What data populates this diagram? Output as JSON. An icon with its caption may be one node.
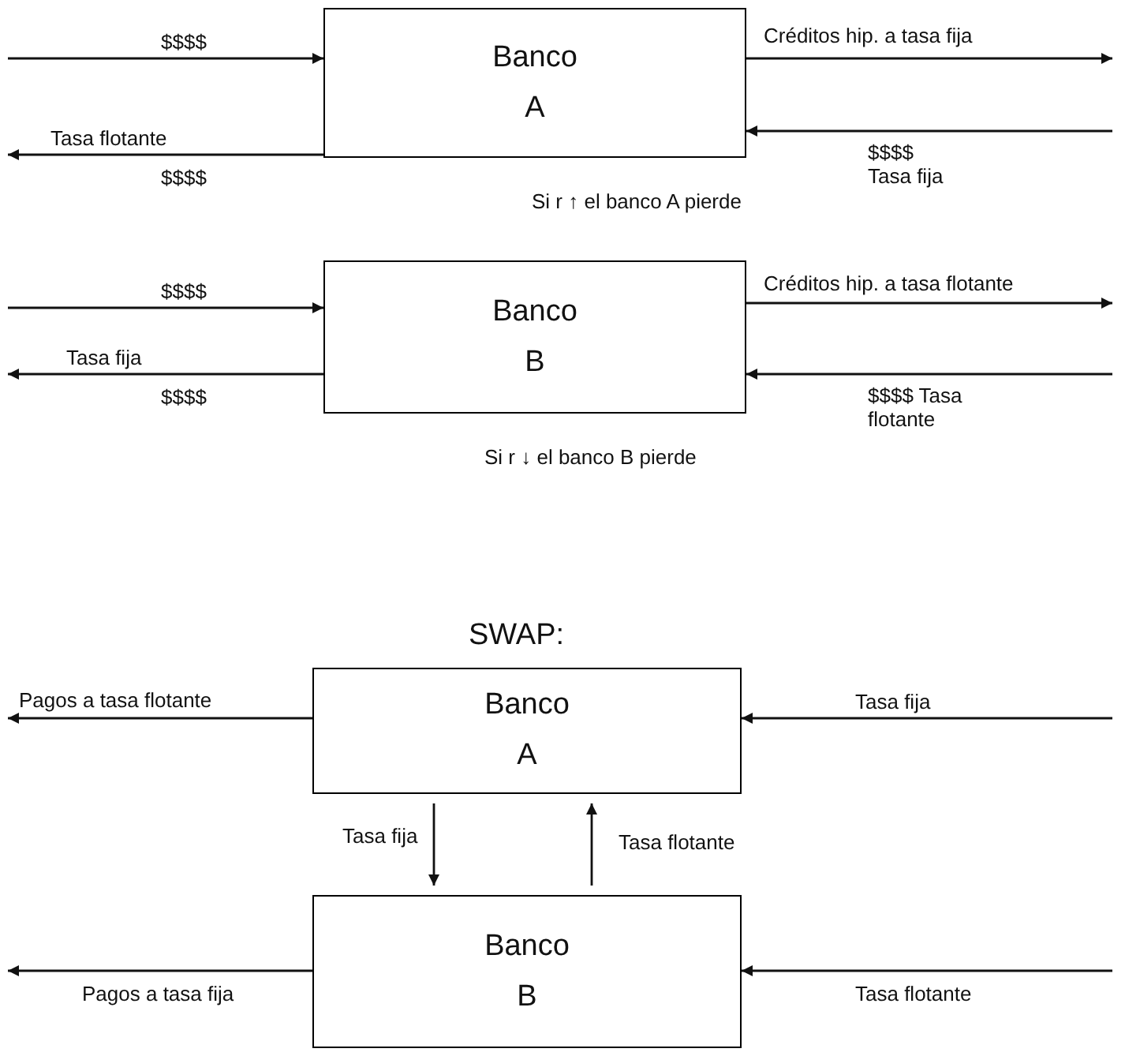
{
  "diagram": {
    "nodes": [
      {
        "text": [
          "Banco",
          "A"
        ]
      },
      {
        "text": [
          "Banco",
          "B"
        ]
      },
      {
        "text": [
          "Banco",
          "A"
        ]
      },
      {
        "text": [
          "Banco",
          "B"
        ]
      }
    ],
    "edges": [
      {
        "from": null,
        "to": 0,
        "arrow": "to",
        "label": "$$$$"
      },
      {
        "from": 0,
        "to": null,
        "arrow": "to",
        "label": "Tasa flotante"
      },
      {
        "from": 0,
        "to": null,
        "arrow": "to",
        "label": "Créditos hip. a tasa fija"
      },
      {
        "from": null,
        "to": 0,
        "arrow": "to",
        "label": "$$$$ Tasa fija"
      },
      {
        "from": null,
        "to": 1,
        "arrow": "to",
        "label": "$$$$"
      },
      {
        "from": 1,
        "to": null,
        "arrow": "to",
        "label": "Tasa fija"
      },
      {
        "from": 1,
        "to": null,
        "arrow": "to",
        "label": "Créditos hip. a tasa flotante"
      },
      {
        "from": null,
        "to": 1,
        "arrow": "to",
        "label": "$$$$ Tasa flotante"
      },
      {
        "from": 2,
        "to": null,
        "arrow": "to",
        "label": "Pagos a tasa flotante"
      },
      {
        "from": null,
        "to": 2,
        "arrow": "to",
        "label": "Tasa fija"
      },
      {
        "from": 2,
        "to": 3,
        "arrow": "to",
        "label": "Tasa fija"
      },
      {
        "from": 3,
        "to": 2,
        "arrow": "to",
        "label": "Tasa flotante"
      },
      {
        "from": 3,
        "to": null,
        "arrow": "to",
        "label": "Pagos a tasa fija"
      },
      {
        "from": null,
        "to": 3,
        "arrow": "to",
        "label": "Tasa flotante"
      }
    ],
    "labels": [
      "$$$$",
      "Si r ↑ el banco A pierde",
      "$$$$",
      "Si r ↓ el banco B pierde",
      "SWAP:"
    ]
  }
}
